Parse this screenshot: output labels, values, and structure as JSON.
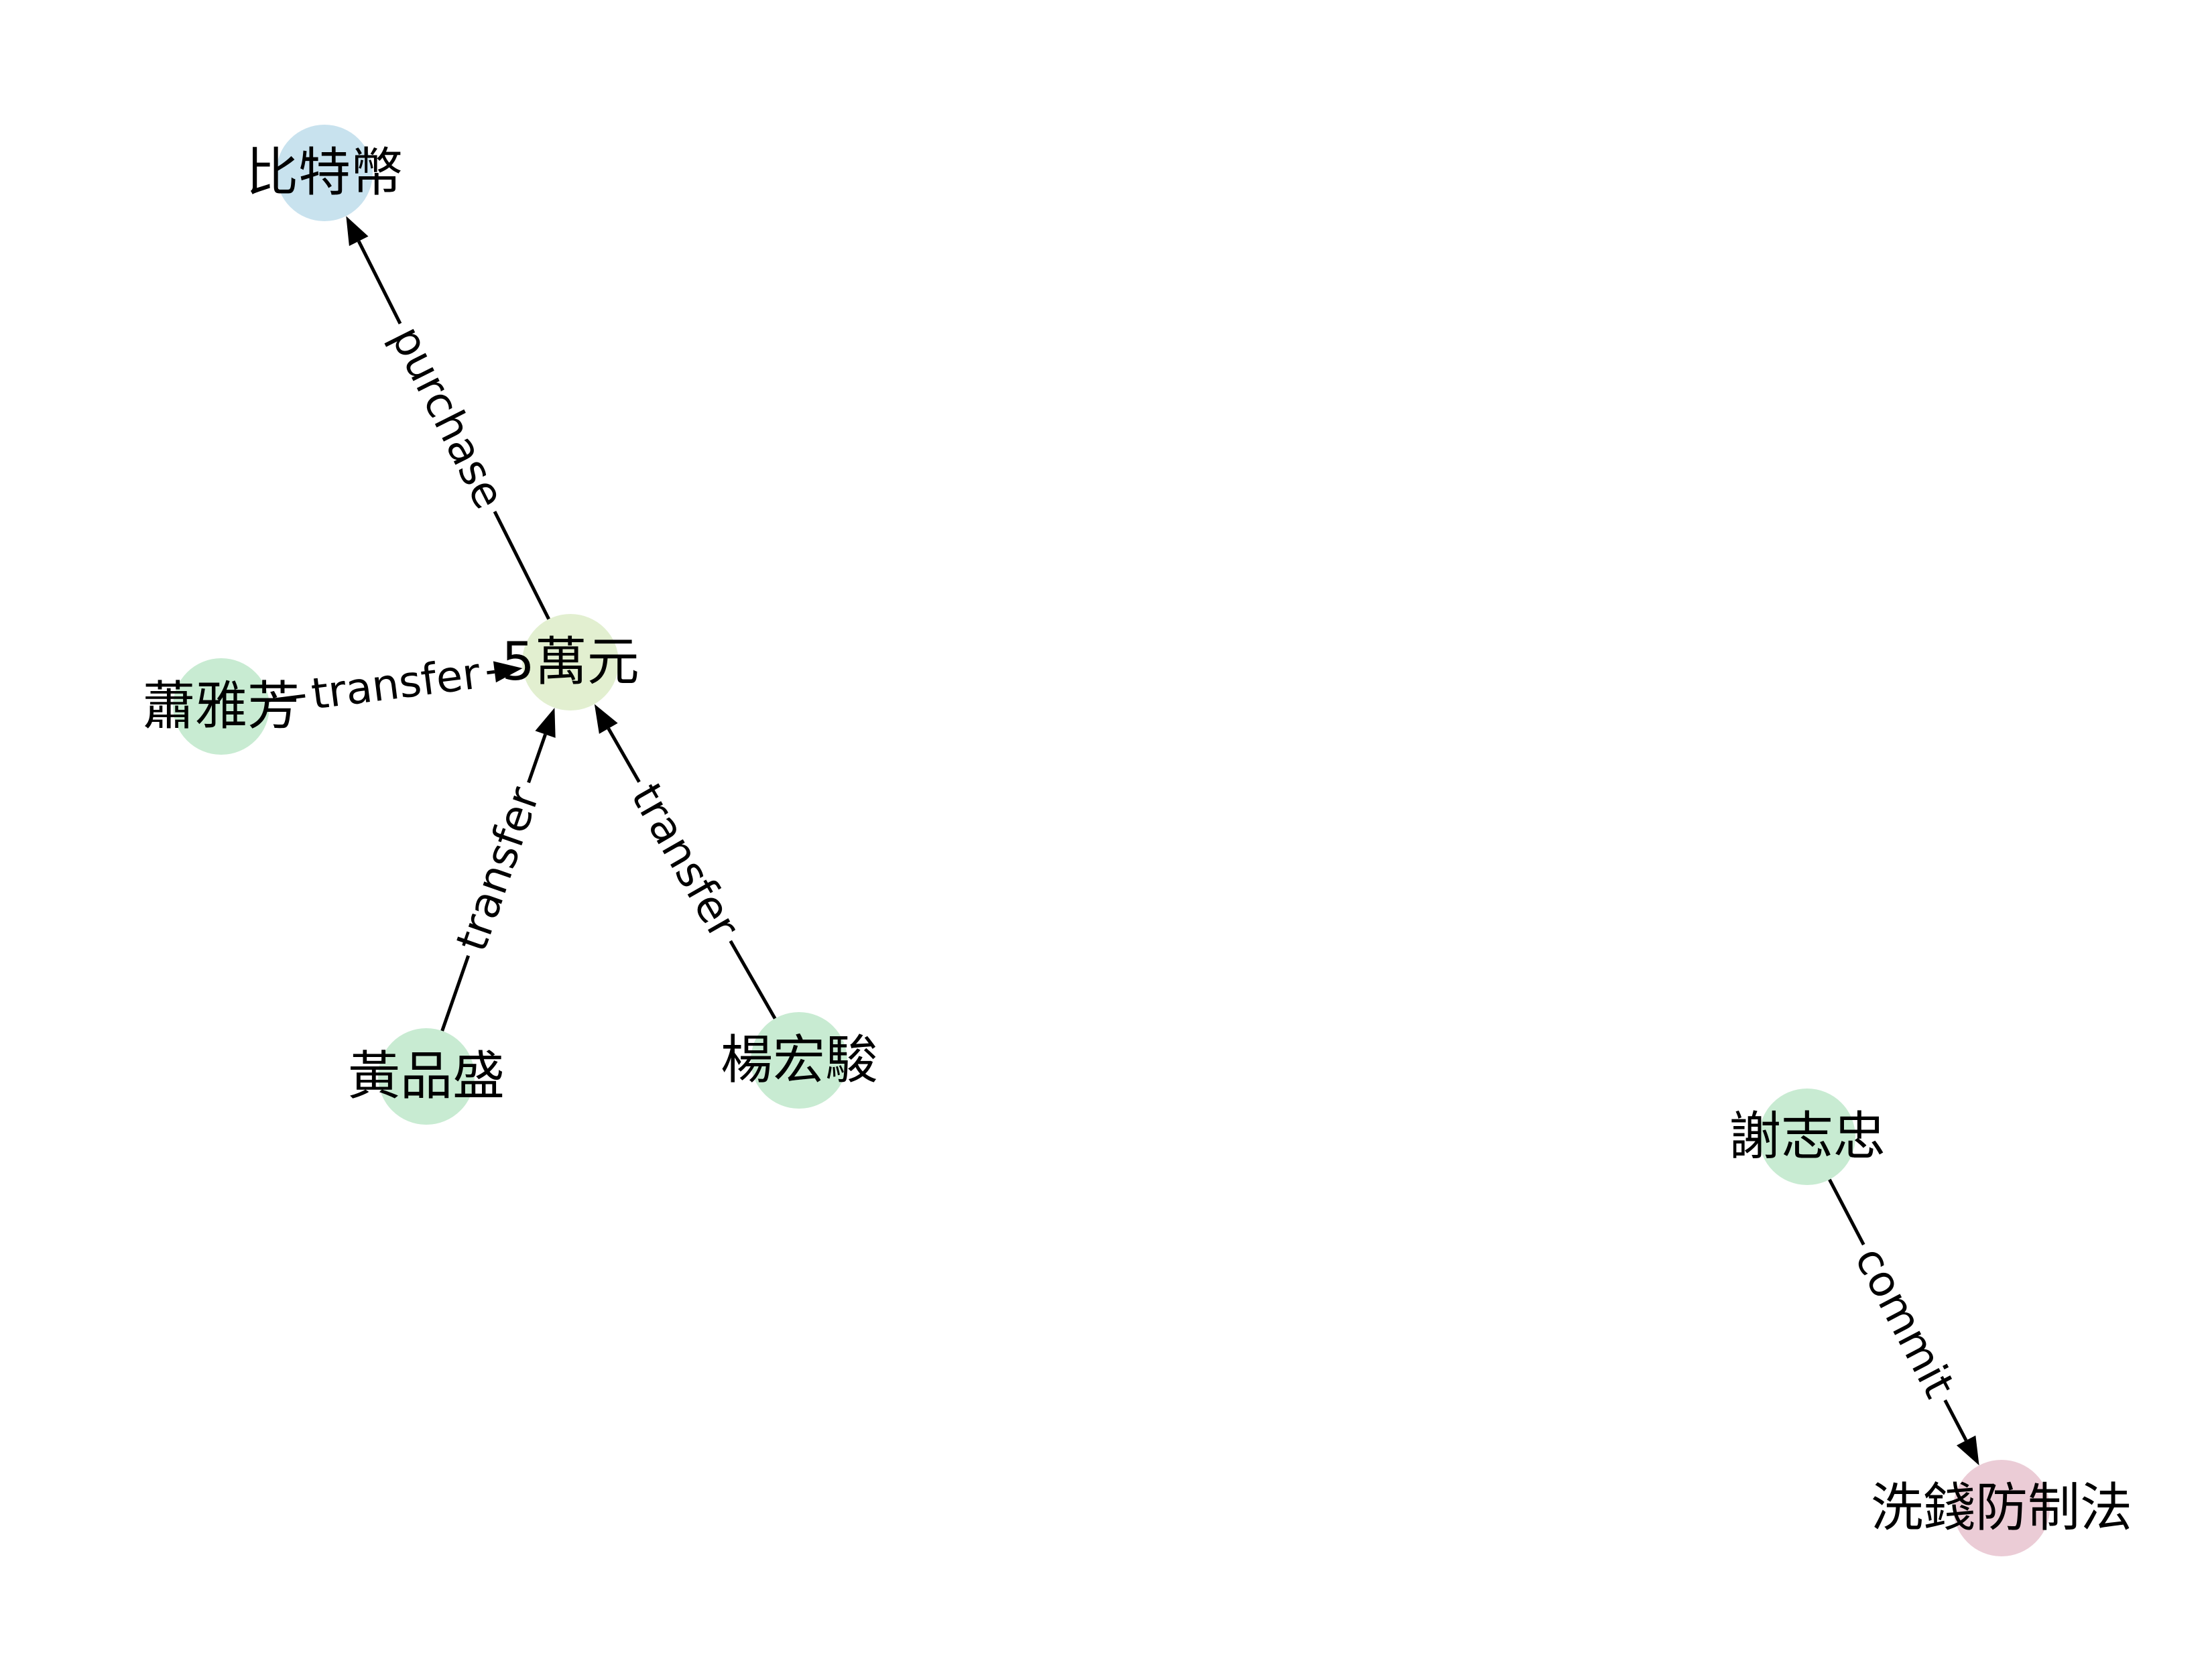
{
  "graph": {
    "nodes": [
      {
        "id": "bitcoin",
        "label": "比特幣",
        "color": "#c8e2ee"
      },
      {
        "id": "amount",
        "label": "5萬元",
        "color": "#e2efd0"
      },
      {
        "id": "xiao",
        "label": "蕭雅芳",
        "color": "#c8ebd2"
      },
      {
        "id": "huang",
        "label": "黃品盛",
        "color": "#c8ebd2"
      },
      {
        "id": "yang",
        "label": "楊宏駿",
        "color": "#c8ebd2"
      },
      {
        "id": "xie",
        "label": "謝志忠",
        "color": "#c8ebd2"
      },
      {
        "id": "law",
        "label": "洗錢防制法",
        "color": "#ebccd6"
      }
    ],
    "edges": [
      {
        "id": "e1",
        "source": "amount",
        "target": "bitcoin",
        "label": "purchase"
      },
      {
        "id": "e2",
        "source": "xiao",
        "target": "amount",
        "label": "transfer"
      },
      {
        "id": "e3",
        "source": "huang",
        "target": "amount",
        "label": "transfer"
      },
      {
        "id": "e4",
        "source": "yang",
        "target": "amount",
        "label": "transfer"
      },
      {
        "id": "e5",
        "source": "xie",
        "target": "law",
        "label": "commit"
      }
    ],
    "edge_color": "#000000"
  }
}
